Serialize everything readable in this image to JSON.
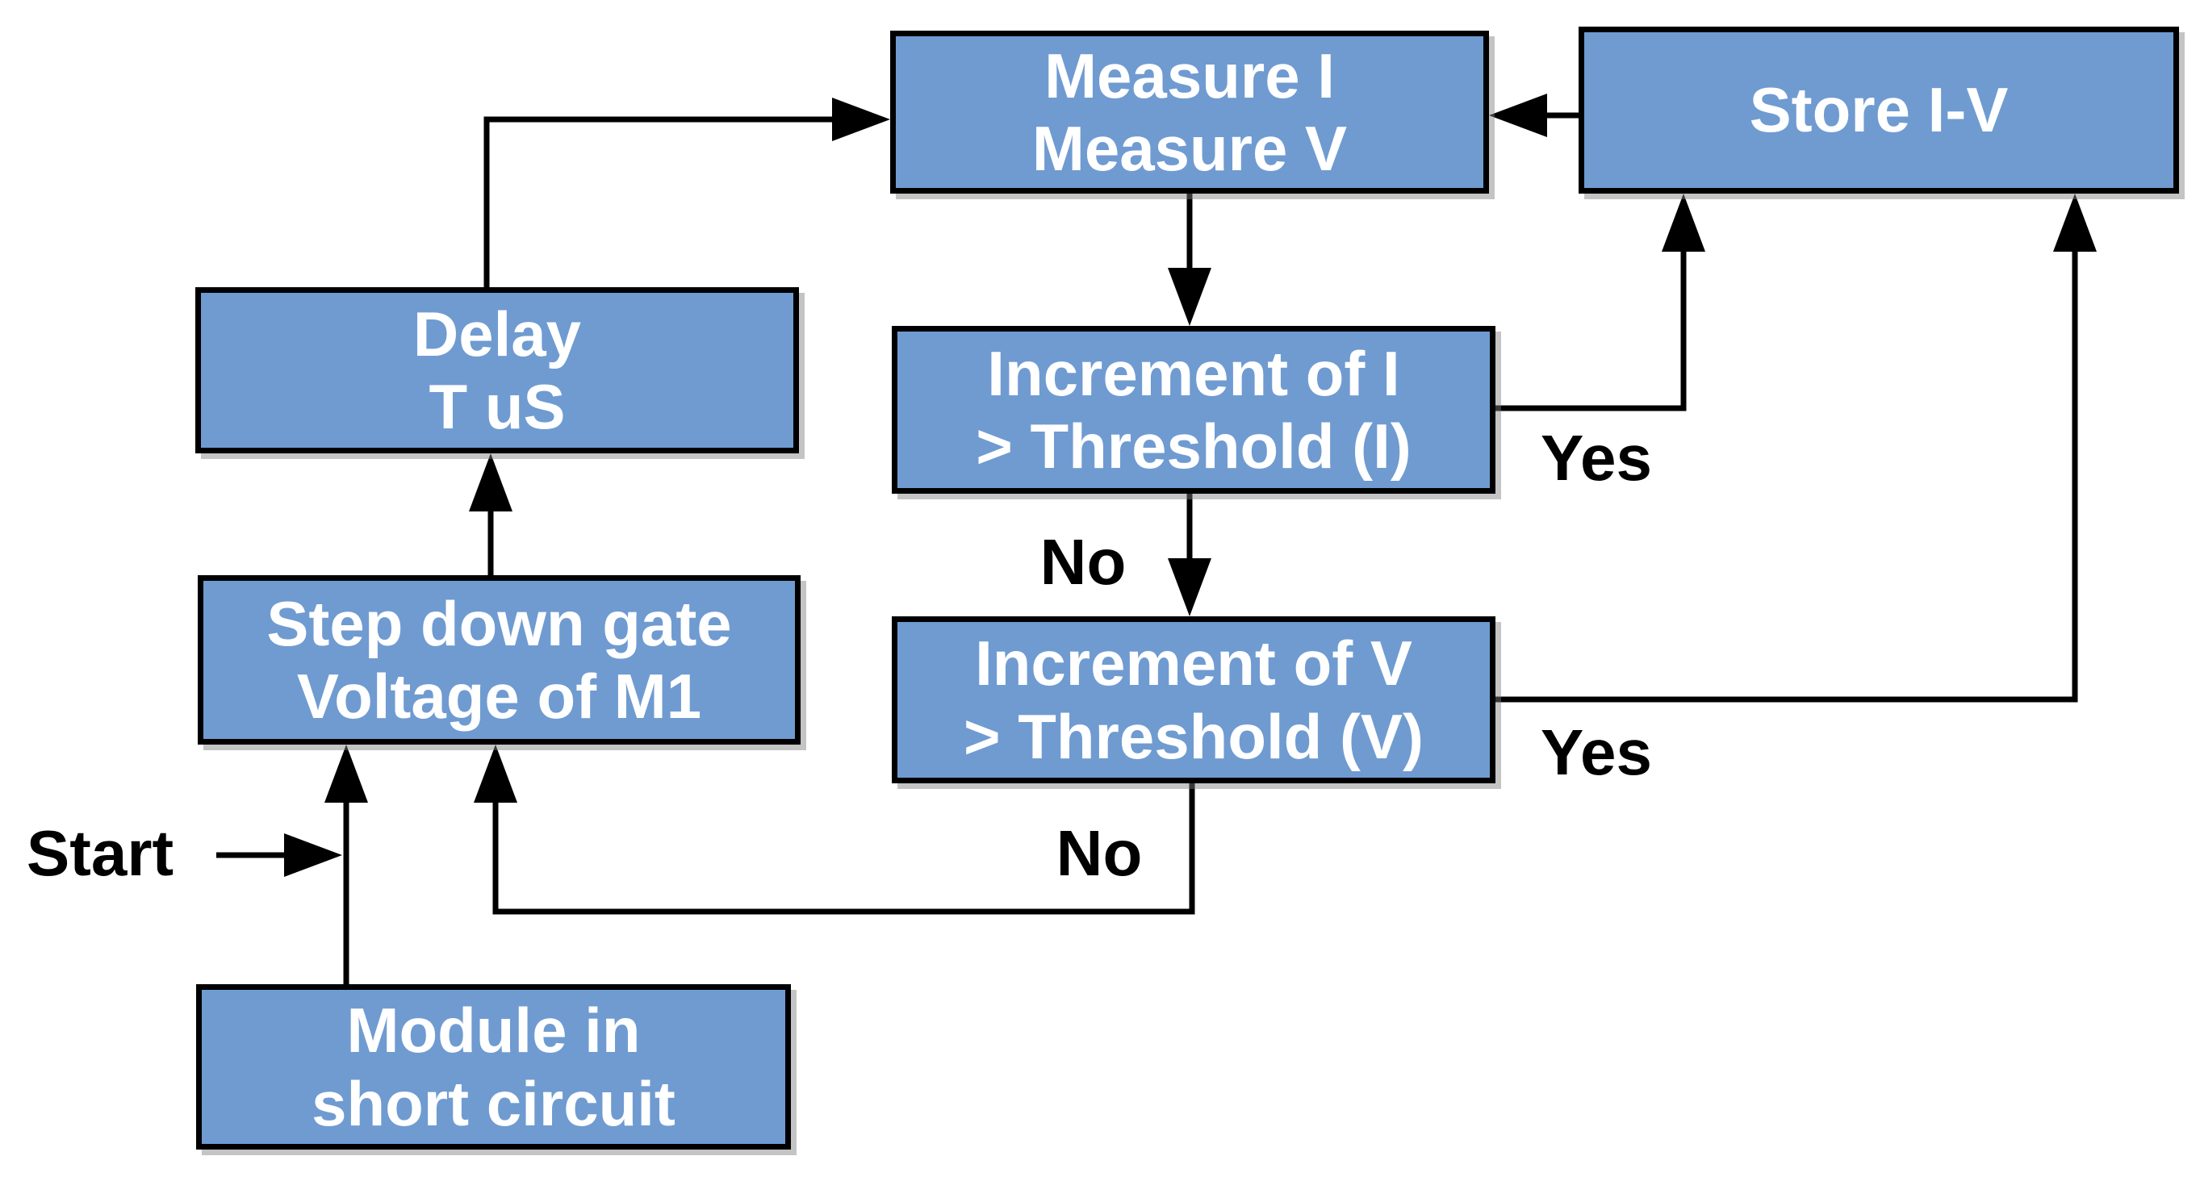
{
  "diagram": {
    "background": "#ffffff",
    "node_fill": "#6f9bd1",
    "node_border": "#000000",
    "node_text_color": "#ffffff",
    "edge_color": "#000000",
    "nodes": [
      {
        "id": "measure",
        "lines": [
          "Measure I",
          "Measure V"
        ]
      },
      {
        "id": "store",
        "lines": [
          "Store I-V"
        ]
      },
      {
        "id": "delay",
        "lines": [
          "Delay",
          "T uS"
        ]
      },
      {
        "id": "increment-i",
        "lines": [
          "Increment of I",
          "> Threshold (I)"
        ]
      },
      {
        "id": "increment-v",
        "lines": [
          "Increment of V",
          "> Threshold (V)"
        ]
      },
      {
        "id": "step-down",
        "lines": [
          "Step down gate",
          "Voltage of M1"
        ]
      },
      {
        "id": "module",
        "lines": [
          "Module in",
          "short circuit"
        ]
      }
    ],
    "edge_labels": {
      "start": "Start",
      "yes_i": "Yes",
      "yes_v": "Yes",
      "no_i": "No",
      "no_v": "No"
    }
  }
}
